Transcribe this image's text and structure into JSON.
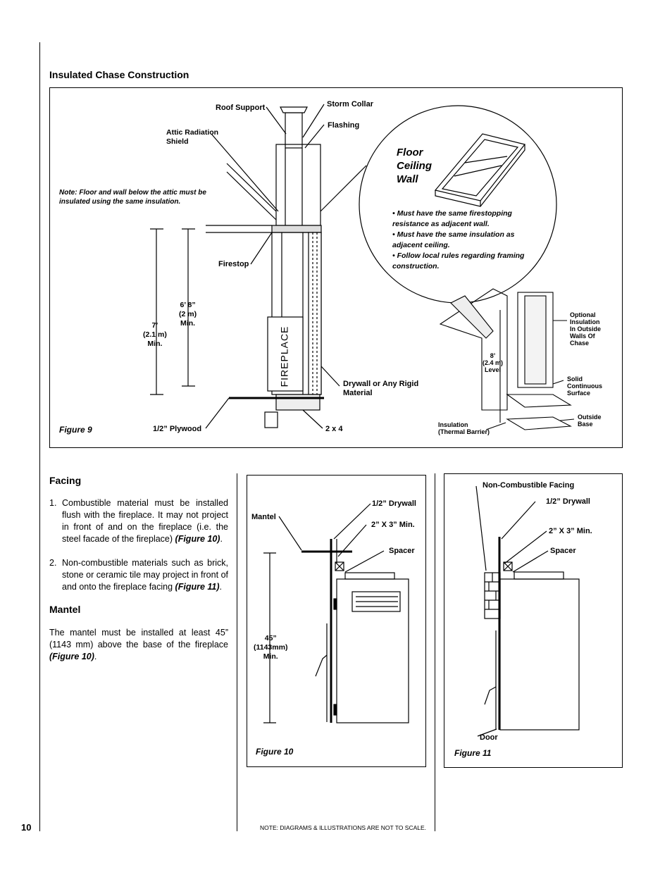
{
  "header": {
    "section_title": "Insulated Chase Construction"
  },
  "figure9": {
    "caption": "Figure 9",
    "labels": {
      "roof_support": "Roof Support",
      "storm_collar": "Storm Collar",
      "flashing": "Flashing",
      "attic_radiation_shield": "Attic Radiation\nShield",
      "note_prefix": "Note:",
      "note_text": "Floor and wall below the attic must be insulated using the same insulation.",
      "firestop": "Firestop",
      "height_min_1": "6’ 8”\n(2 m)\nMin.",
      "height_min_2": "7’\n(2.1 m)\nMin.",
      "fireplace": "FIREPLACE",
      "drywall": "Drywall or Any Rigid\nMaterial",
      "plywood": "1/2” Plywood",
      "two_by_four": "2 x 4",
      "level": "8’\n(2.4 m)\nLevel",
      "optional_insulation": "Optional\nInsulation\nIn Outside\nWalls Of\nChase",
      "solid_surface": "Solid\nContinuous\nSurface",
      "outside_base": "Outside\nBase",
      "insulation_barrier": "Insulation\n(Thermal Barrier)"
    },
    "callout": {
      "title_1": "Floor",
      "title_2": "Ceiling",
      "title_3": "Wall",
      "bullet_1": "• Must have the same firestopping resistance as adjacent wall.",
      "bullet_2": "• Must have the same insulation as adjacent ceiling.",
      "bullet_3": "• Follow local rules regarding framing construction."
    }
  },
  "facing": {
    "title": "Facing",
    "item_1_num": "1.",
    "item_1_text": "Combustible material must be installed flush with the fireplace.  It may not project in front of and on the fireplace (i.e. the steel facade of the fireplace)",
    "item_1_ref": "(Figure 10)",
    "item_2_num": "2.",
    "item_2_text": "Non-combustible materials such as brick, stone or ceramic tile may project in front of and onto the fireplace facing",
    "item_2_ref": "(Figure 11)"
  },
  "mantel": {
    "title": "Mantel",
    "text": "The mantel must be installed at least 45” (1143 mm) above the base of the fireplace",
    "ref": "(Figure 10)"
  },
  "figure10": {
    "caption": "Figure 10",
    "mantel": "Mantel",
    "drywall": "1/2” Drywall",
    "stud": "2” X 3” Min.",
    "spacer": "Spacer",
    "height": "45”\n(1143mm)\nMin."
  },
  "figure11": {
    "caption": "Figure 11",
    "facing": "Non-Combustible Facing",
    "drywall": "1/2” Drywall",
    "stud": "2” X 3” Min.",
    "spacer": "Spacer",
    "door": "Door"
  },
  "footer": {
    "page_number": "10",
    "note": "NOTE: DIAGRAMS & ILLUSTRATIONS ARE NOT TO SCALE."
  }
}
